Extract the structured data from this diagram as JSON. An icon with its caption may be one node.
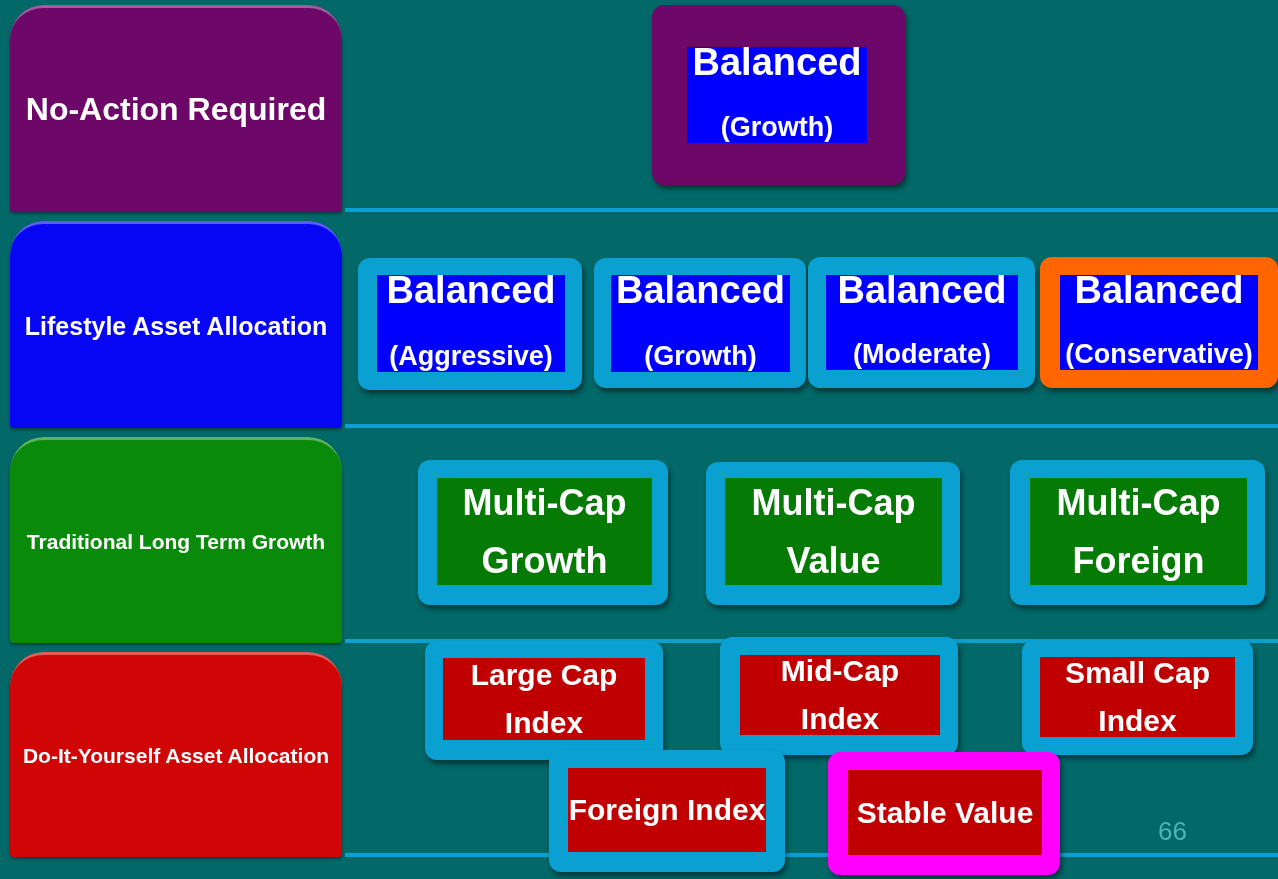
{
  "diagram": {
    "nodes": [
      {
        "text": [
          "No-Action Required"
        ]
      },
      {
        "text": [
          "Lifestyle Asset Allocation"
        ]
      },
      {
        "text": [
          "Traditional Long Term Growth"
        ]
      },
      {
        "text": [
          "Do-It-Yourself Asset Allocation"
        ]
      },
      {
        "text": [
          "Balanced",
          "(Growth)"
        ]
      },
      {
        "text": [
          "Balanced",
          "(Aggressive)"
        ]
      },
      {
        "text": [
          "Balanced",
          "(Growth)"
        ]
      },
      {
        "text": [
          "Balanced",
          "(Moderate)"
        ]
      },
      {
        "text": [
          "Balanced",
          "(Conservative)"
        ]
      },
      {
        "text": [
          "Multi-Cap Growth"
        ]
      },
      {
        "text": [
          "Multi-Cap Value"
        ]
      },
      {
        "text": [
          "Multi-Cap Foreign"
        ]
      },
      {
        "text": [
          "Large Cap Index"
        ]
      },
      {
        "text": [
          "Mid-Cap Index"
        ]
      },
      {
        "text": [
          "Small Cap Index"
        ]
      },
      {
        "text": [
          "Foreign Index"
        ]
      },
      {
        "text": [
          "Stable Value"
        ]
      }
    ],
    "labels": [
      "66"
    ]
  }
}
